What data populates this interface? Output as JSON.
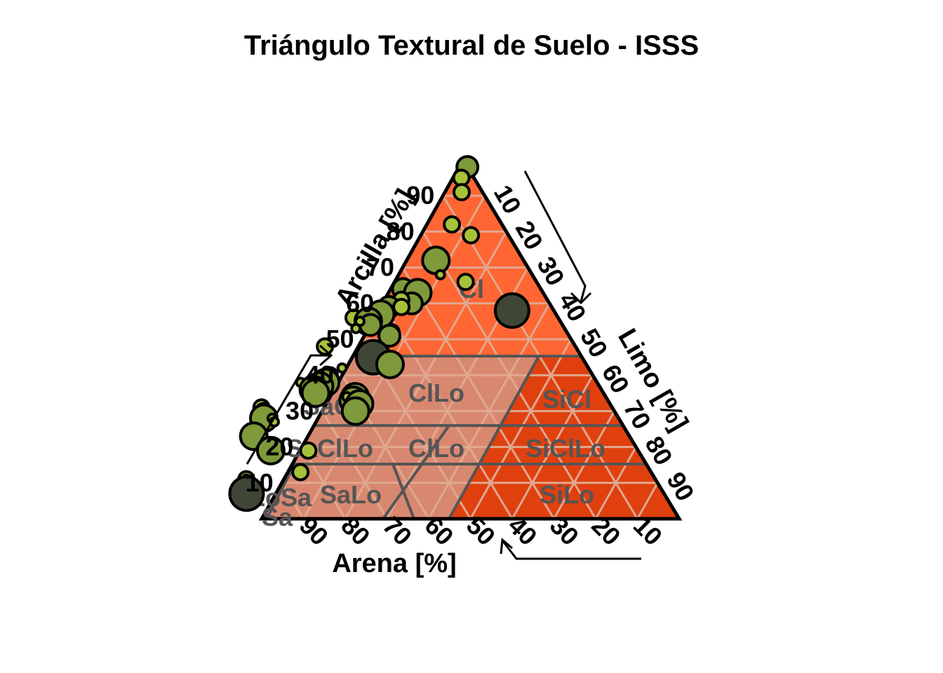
{
  "chart_data": {
    "type": "scatter",
    "subtype": "ternary-texture-triangle",
    "title": "Triángulo Textural de Suelo - ISSS",
    "axes": {
      "clay": {
        "label": "Arcilla [%]",
        "ticks": [
          "10",
          "20",
          "30",
          "40",
          "50",
          "60",
          "70",
          "80",
          "90"
        ]
      },
      "silt": {
        "label": "Limo [%]",
        "ticks": [
          "10",
          "20",
          "30",
          "40",
          "50",
          "60",
          "70",
          "80",
          "90"
        ]
      },
      "sand": {
        "label": "Arena [%]",
        "ticks": [
          "90",
          "80",
          "70",
          "60",
          "50",
          "40",
          "30",
          "20",
          "10"
        ]
      }
    },
    "grid": true,
    "colors": {
      "fill_top": "#FF6633",
      "fill_bottom": "#E0400E",
      "fill_left": "#D98870",
      "grid": "#E0A890",
      "class_border": "#555555",
      "label": "#555555",
      "point_outline": "#000000",
      "point_small": "#A6C23A",
      "point_mid": "#7F9A3A",
      "point_large": "#3F4636"
    },
    "classes": [
      {
        "code": "Cl",
        "clay": 70,
        "silt": 15
      },
      {
        "code": "SiCl",
        "clay": 35,
        "silt": 55
      },
      {
        "code": "SaCl",
        "clay": 34,
        "silt": 4
      },
      {
        "code": "ClLo",
        "clay": 36,
        "silt": 30
      },
      {
        "code": "SaClLo",
        "clay": 20,
        "silt": 5
      },
      {
        "code": "ClLo",
        "clay": 20,
        "silt": 28
      },
      {
        "code": "SiClLo",
        "clay": 20,
        "silt": 60
      },
      {
        "code": "SaLo",
        "clay": 5,
        "silt": 10
      },
      {
        "code": "SiLo",
        "clay": 5,
        "silt": 63
      },
      {
        "code": "LoSa",
        "clay": 5,
        "silt": 2
      },
      {
        "code": "Sa",
        "clay": 1,
        "silt": 1
      }
    ],
    "points": [
      {
        "clay": 98,
        "silt": 2,
        "size": 2
      },
      {
        "clay": 95,
        "silt": 2,
        "size": 1
      },
      {
        "clay": 91,
        "silt": 4,
        "size": 1
      },
      {
        "clay": 82,
        "silt": 6,
        "size": 1
      },
      {
        "clay": 79,
        "silt": 12,
        "size": 1
      },
      {
        "clay": 72,
        "silt": 7,
        "size": 3
      },
      {
        "clay": 68,
        "silt": 10,
        "size": 0
      },
      {
        "clay": 66,
        "silt": 17,
        "size": 1
      },
      {
        "clay": 58,
        "silt": 32,
        "size": 4
      },
      {
        "clay": 64,
        "silt": 3,
        "size": 2
      },
      {
        "clay": 63,
        "silt": 7,
        "size": 3
      },
      {
        "clay": 60,
        "silt": 7,
        "size": 2
      },
      {
        "clay": 61,
        "silt": 4,
        "size": 1
      },
      {
        "clay": 59,
        "silt": 2,
        "size": 2
      },
      {
        "clay": 59,
        "silt": 5,
        "size": 1
      },
      {
        "clay": 57,
        "silt": 1,
        "size": 3
      },
      {
        "clay": 56,
        "silt": -5,
        "size": 1
      },
      {
        "clay": 55,
        "silt": -1,
        "size": 3
      },
      {
        "clay": 54,
        "silt": 0,
        "size": 2
      },
      {
        "clay": 52,
        "silt": 6,
        "size": 1
      },
      {
        "clay": 51,
        "silt": 6,
        "size": 2
      },
      {
        "clay": 55,
        "silt": -3,
        "size": 0
      },
      {
        "clay": 53,
        "silt": -3,
        "size": 0
      },
      {
        "clay": 48,
        "silt": -8,
        "size": 1
      },
      {
        "clay": 45,
        "silt": 5,
        "size": 4
      },
      {
        "clay": 43,
        "silt": 10,
        "size": 3
      },
      {
        "clay": 42,
        "silt": -1,
        "size": 0
      },
      {
        "clay": 40,
        "silt": -3,
        "size": 1
      },
      {
        "clay": 38,
        "silt": -9,
        "size": 0
      },
      {
        "clay": 38,
        "silt": -6,
        "size": 1
      },
      {
        "clay": 38,
        "silt": -3,
        "size": 3
      },
      {
        "clay": 37,
        "silt": -4,
        "size": 3
      },
      {
        "clay": 36,
        "silt": -5,
        "size": 3
      },
      {
        "clay": 35,
        "silt": -4,
        "size": 3
      },
      {
        "clay": 34,
        "silt": 6,
        "size": 3
      },
      {
        "clay": 33,
        "silt": 6,
        "size": 3
      },
      {
        "clay": 34,
        "silt": 4,
        "size": 0
      },
      {
        "clay": 32,
        "silt": 8,
        "size": 3
      },
      {
        "clay": 30,
        "silt": 8,
        "size": 3
      },
      {
        "clay": 31,
        "silt": -15,
        "size": 1
      },
      {
        "clay": 30,
        "silt": -14,
        "size": 1
      },
      {
        "clay": 28,
        "silt": -13,
        "size": 3
      },
      {
        "clay": 28,
        "silt": -11,
        "size": 0
      },
      {
        "clay": 27,
        "silt": -10,
        "size": 0
      },
      {
        "clay": 23,
        "silt": -13,
        "size": 3
      },
      {
        "clay": 19,
        "silt": -7,
        "size": 3
      },
      {
        "clay": 19,
        "silt": 2,
        "size": 1
      },
      {
        "clay": 13,
        "silt": 3,
        "size": 1
      },
      {
        "clay": 11,
        "silt": -9,
        "size": 1
      },
      {
        "clay": 11,
        "silt": -9,
        "size": 0
      },
      {
        "clay": 7,
        "silt": -7,
        "size": 4
      }
    ]
  }
}
